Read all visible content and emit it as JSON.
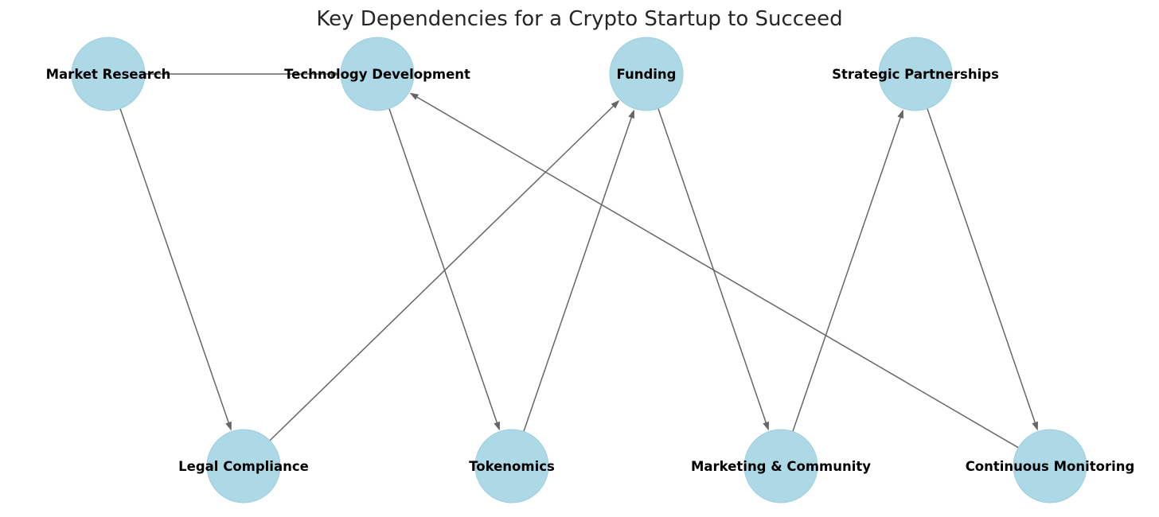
{
  "diagram": {
    "title": "Key Dependencies for a Crypto Startup to Succeed",
    "colors": {
      "node_fill": "#add8e6",
      "edge": "#666666",
      "label": "#000000",
      "title": "#262626"
    },
    "nodes": [
      {
        "id": "market_research",
        "label": "Market Research"
      },
      {
        "id": "technology_development",
        "label": "Technology Development"
      },
      {
        "id": "funding",
        "label": "Funding"
      },
      {
        "id": "strategic_partnerships",
        "label": "Strategic Partnerships"
      },
      {
        "id": "legal_compliance",
        "label": "Legal Compliance"
      },
      {
        "id": "tokenomics",
        "label": "Tokenomics"
      },
      {
        "id": "marketing_community",
        "label": "Marketing & Community"
      },
      {
        "id": "continuous_monitoring",
        "label": "Continuous Monitoring"
      }
    ],
    "edges": [
      {
        "from": "market_research",
        "to": "technology_development"
      },
      {
        "from": "market_research",
        "to": "legal_compliance"
      },
      {
        "from": "technology_development",
        "to": "tokenomics"
      },
      {
        "from": "legal_compliance",
        "to": "funding"
      },
      {
        "from": "tokenomics",
        "to": "funding"
      },
      {
        "from": "funding",
        "to": "marketing_community"
      },
      {
        "from": "marketing_community",
        "to": "strategic_partnerships"
      },
      {
        "from": "strategic_partnerships",
        "to": "continuous_monitoring"
      },
      {
        "from": "continuous_monitoring",
        "to": "technology_development"
      }
    ]
  }
}
